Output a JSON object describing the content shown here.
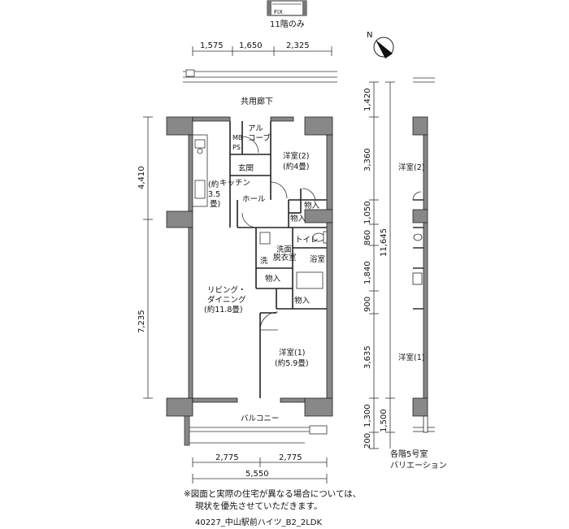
{
  "top_inset": {
    "fix_label": "FIX",
    "caption": "11階のみ"
  },
  "compass": {
    "north": "N"
  },
  "dims": {
    "top": [
      "1,575",
      "1,650",
      "2,325"
    ],
    "left": [
      "4,410",
      "7,235"
    ],
    "right": [
      "1,420",
      "3,360",
      "1,050",
      "860",
      "1,840",
      "900",
      "3,635",
      "1,300",
      "200"
    ],
    "right_total": "11,645",
    "right_balcony": "1,500",
    "bottom": [
      "2,775",
      "2,775"
    ],
    "bottom_total": "5,550"
  },
  "labels": {
    "corridor": "共用廊下",
    "alcove": [
      "アル",
      "コーブ"
    ],
    "mb": "MB",
    "ps": "PS",
    "entrance": "玄関",
    "hall": "ホール",
    "kitchen": [
      "キッチン",
      "(約",
      "3.5",
      "畳)"
    ],
    "room2": [
      "洋室(2)",
      "(約4畳)"
    ],
    "storage_a": "物入",
    "storage_b": "物入",
    "storage_c": "物入",
    "storage_d": "物入",
    "toilet": "トイレ",
    "washroom": [
      "洗面",
      "脱衣室"
    ],
    "laundry": "洗",
    "bath": "浴室",
    "living": [
      "リビング・",
      "ダイニング",
      "(約11.8畳)"
    ],
    "room1": [
      "洋室(1)",
      "(約5.9畳)"
    ],
    "balcony": "バルコニー"
  },
  "variation": {
    "room2": "洋室(2)",
    "room1": "洋室(1)",
    "caption": [
      "各階5号室",
      "バリエーション"
    ]
  },
  "footer": {
    "note": [
      "※図面と実際の住宅が異なる場合については、",
      "現状を優先させていただきます。"
    ],
    "code": "40227_中山駅前ハイツ_B2_2LDK"
  }
}
